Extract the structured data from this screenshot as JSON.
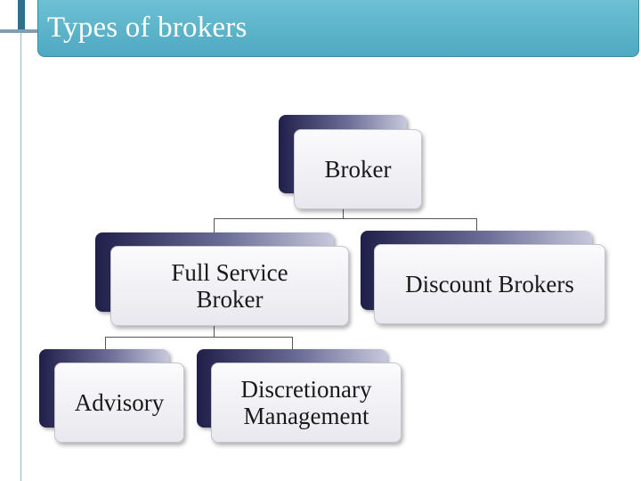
{
  "slide": {
    "title": "Types of brokers"
  },
  "hierarchy": {
    "root": {
      "label": "Broker"
    },
    "children": [
      {
        "label": "Full Service\nBroker",
        "children": [
          {
            "label": "Advisory"
          },
          {
            "label": "Discretionary\nManagement"
          }
        ]
      },
      {
        "label": "Discount Brokers"
      }
    ]
  },
  "colors": {
    "title_bar": "#5ab4cb",
    "node_back_dark": "#1f1f4a",
    "node_front": "#f2f2f6"
  }
}
